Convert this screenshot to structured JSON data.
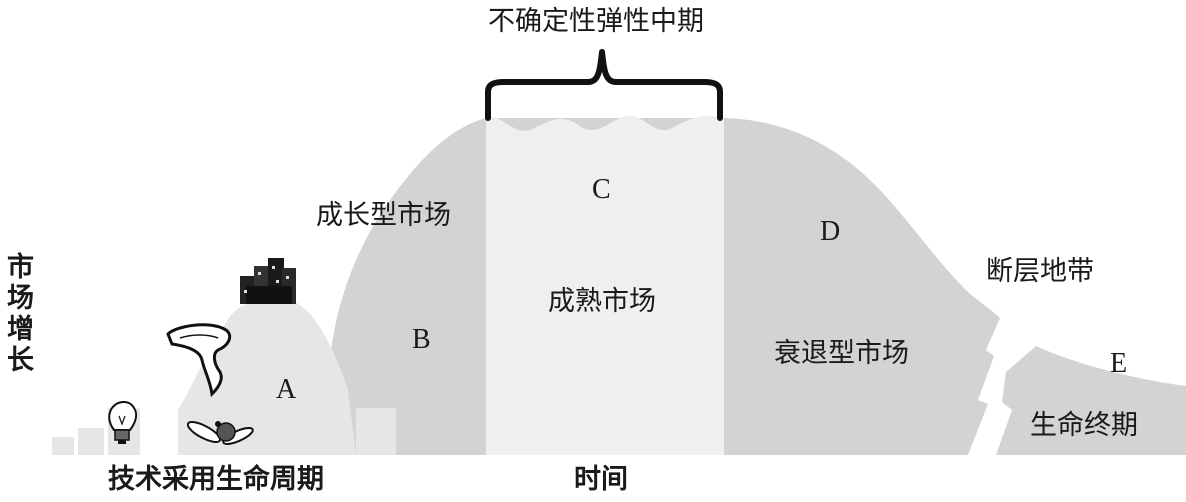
{
  "title": "不确定性弹性中期",
  "y_axis_label": "市场增长",
  "bottom_left_label": "技术采用生命周期",
  "bottom_center_label": "时间",
  "regions": {
    "a": {
      "letter": "A"
    },
    "b": {
      "letter": "B",
      "name": "成长型市场"
    },
    "c": {
      "letter": "C",
      "name": "成熟市场"
    },
    "d": {
      "letter": "D",
      "name": "衰退型市场"
    },
    "fault": {
      "name": "断层地带"
    },
    "e": {
      "letter": "E",
      "name": "生命终期"
    }
  },
  "colors": {
    "hill": "#d3d3d3",
    "plateau": "#efefef",
    "small_hill": "#e6e6e6",
    "outline": "#111111"
  },
  "icons": [
    "light-bulb-icon",
    "tornado-icon",
    "bowling-pins-icon",
    "city-buildings-icon"
  ]
}
